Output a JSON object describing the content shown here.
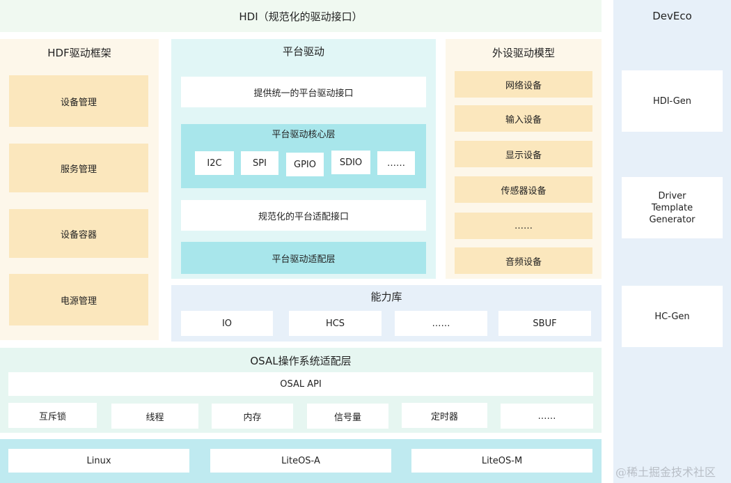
{
  "hdi": {
    "title": "HDI（规范化的驱动接口）"
  },
  "deveco": {
    "title": "DevEco",
    "items": [
      "HDI-Gen",
      "Driver Template Generator",
      "HC-Gen"
    ]
  },
  "hdf_framework": {
    "title": "HDF驱动框架",
    "items": [
      "设备管理",
      "服务管理",
      "设备容器",
      "电源管理"
    ]
  },
  "platform_driver": {
    "title": "平台驱动",
    "unified_interface": "提供统一的平台驱动接口",
    "core_layer": {
      "title": "平台驱动核心层",
      "items": [
        "I2C",
        "SPI",
        "GPIO",
        "SDIO",
        "……"
      ]
    },
    "adapter_interface": "规范化的平台适配接口",
    "adapter_layer": "平台驱动适配层"
  },
  "peripheral": {
    "title": "外设驱动模型",
    "items": [
      "网络设备",
      "输入设备",
      "显示设备",
      "传感器设备",
      "……",
      "音频设备"
    ]
  },
  "capability_lib": {
    "title": "能力库",
    "items": [
      "IO",
      "HCS",
      "……",
      "SBUF"
    ]
  },
  "osal": {
    "title": "OSAL操作系统适配层",
    "api": "OSAL API",
    "items": [
      "互斥锁",
      "线程",
      "内存",
      "信号量",
      "定时器",
      "……"
    ]
  },
  "kernel": {
    "items": [
      "Linux",
      "LiteOS-A",
      "LiteOS-M"
    ]
  },
  "watermark": "@稀土掘金技术社区",
  "colors": {
    "light_green": "#f0f9f1",
    "light_orange": "#fdf7ea",
    "light_cyan": "#e1f6f6",
    "light_blue": "#e7f0f9",
    "orange_box": "#fbe7bd",
    "cyan_box": "#a8e6eb",
    "kernel_bar": "#bfeaf0"
  }
}
